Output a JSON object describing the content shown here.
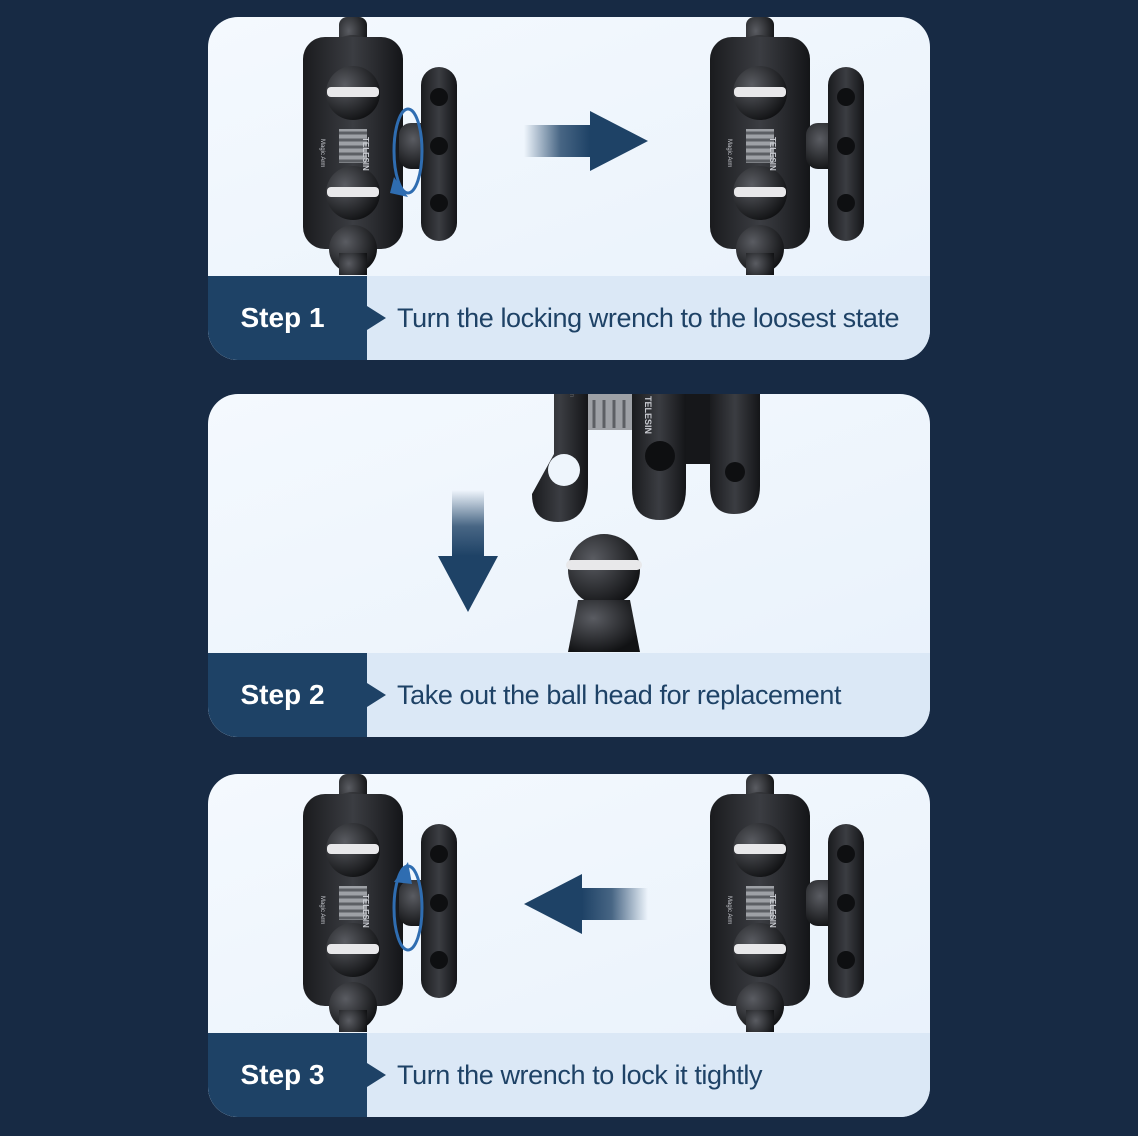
{
  "steps": [
    {
      "label": "Step 1",
      "text": "Turn the locking wrench to the loosest state"
    },
    {
      "label": "Step 2",
      "text": "Take out the ball head for replacement"
    },
    {
      "label": "Step 3",
      "text": "Turn the wrench to lock it tightly"
    }
  ],
  "product": {
    "brand_mark": "TELESIN",
    "model_mark": "Magic Arm"
  },
  "colors": {
    "background": "#172a44",
    "accent": "#1e4266",
    "card": "#eef5fc",
    "bar": "#dbe8f6"
  }
}
